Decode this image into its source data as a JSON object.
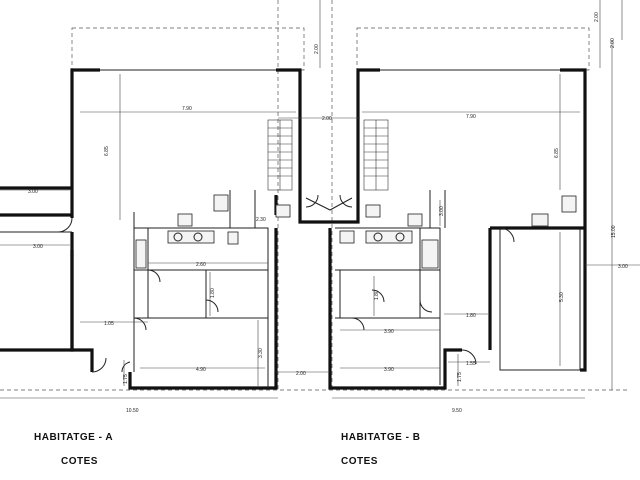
{
  "captions": {
    "unit_a": "HABITATGE - A",
    "unit_b": "HABITATGE - B",
    "cotes_a": "COTES",
    "cotes_b": "COTES"
  },
  "dimensions": {
    "left_garden_width": "3.00",
    "left_lower_width": "3.00",
    "a_main_width": "7.90",
    "b_main_width": "7.90",
    "a_main_height": "6.85",
    "b_main_height": "6.85",
    "a_top_setback": "2.00",
    "b_top_setback": "2.00",
    "center_gap": "2.00",
    "a_wc_width": "2.30",
    "a_bath_width": "2.60",
    "a_hall_height": "1.80",
    "a_left_strip": "1.05",
    "a_bedroom_width": "4.90",
    "a_bedroom_height": "3.30",
    "a_small_height": "1.75",
    "center_bottom": "2.00",
    "a_total_width": "10.50",
    "b_bath_height": "1.80",
    "b_room_width_upper": "3.90",
    "b_room_width_lower": "3.90",
    "b_right_hall": "1.80",
    "b_small_width": "1.55",
    "b_small_height": "1.75",
    "b_side_height": "5.30",
    "b_right_wc": "3.00",
    "b_total_width": "9.50",
    "right_depth": "3.00",
    "right_total_height": "15.00",
    "right_top_setback": "2.00"
  }
}
